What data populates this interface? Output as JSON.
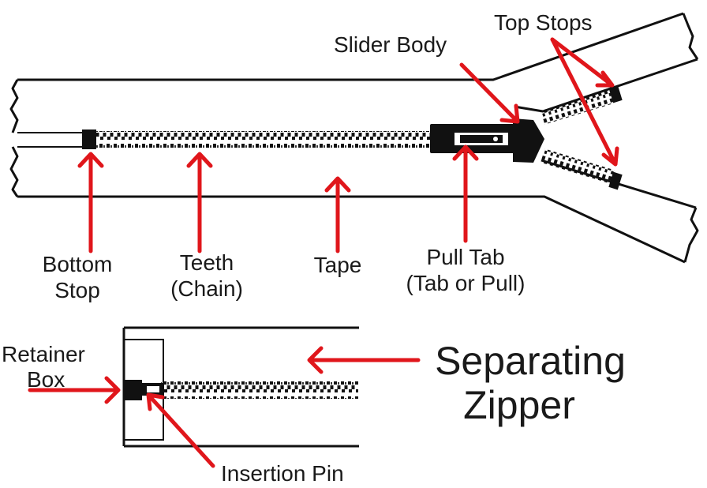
{
  "labels": {
    "top_stops": "Top Stops",
    "slider_body": "Slider Body",
    "bottom_stop_line1": "Bottom",
    "bottom_stop_line2": "Stop",
    "teeth_line1": "Teeth",
    "teeth_line2": "(Chain)",
    "tape": "Tape",
    "pull_tab_line1": "Pull Tab",
    "pull_tab_line2": "(Tab or Pull)",
    "retainer_box_line1": "Retainer",
    "retainer_box_line2": "Box",
    "insertion_pin": "Insertion Pin",
    "separating_line1": "Separating",
    "separating_line2": "Zipper"
  },
  "colors": {
    "arrow": "#e0161b",
    "ink": "#111111",
    "background": "#ffffff"
  }
}
